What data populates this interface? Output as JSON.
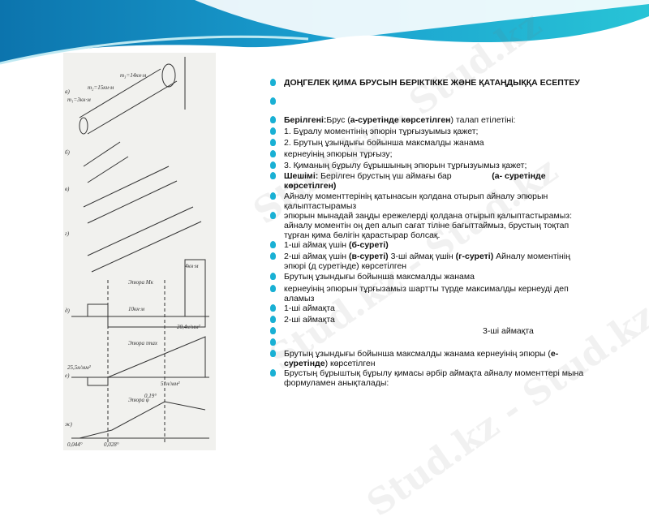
{
  "slide": {
    "title": "ДОҢГЕЛЕК ҚИМА БРУСЫН БЕРІКТІККЕ ЖӘНЕ ҚАТАҢДЫҚҚА ЕСЕПТЕУ",
    "watermark": "Stud.kz",
    "items": [
      {
        "bold": "Берілгені:",
        "text": "Брус (",
        "bold2": "а-суретінде көрсетілген",
        "text2": ") талап етілетіні:"
      },
      {
        "text": "1. Бұралу моментінің эпюрін тұрғызуымыз қажет;"
      },
      {
        "text": "2. Брутың ұзындығы бойынша максмалды жанама"
      },
      {
        "text": "кернеуінің эпюрын тұрғызу;"
      },
      {
        "text": "3. Қиманың бұрылу бұрышының эпюрын тұрғызуымыз қажет;"
      },
      {
        "bold": "Шешімі:",
        "text": " Берілген брустың үш аймағы бар                 ",
        "bold2": "(а- суретінде көрсетілген)"
      },
      {
        "text": "Айналу моменттерінің қатынасын қолдана отырып  айналу эпюрын қалыптастырамыз"
      },
      {
        "text": " эпюрын мынадай заңды ережелерді қолдана отырып қалыптастырамыз: айналу моментін оң деп алып сағат тіліне бағыттаймыз, брустың тоқтап тұрған қима бөлігін қарастырар болсақ."
      },
      {
        "text": "1-ші аймақ үшін ",
        "bold": "(б-суреті)"
      },
      {
        "text": " 2-ші аймақ үшін ",
        "bold": "(в-суреті)",
        "text2": " 3-ші аймақ үшін ",
        "bold2": "(г-суреті)",
        "text3": " Айналу моментінің эпюрі (д суретінде) көрсетілген"
      },
      {
        "text": "Брутың ұзындығы бойынша максмалды жанама"
      },
      {
        "text": "кернеуінің эпюрын тұрғызамыз шартты түрде максималды кернеуді деп аламыз"
      },
      {
        "text": "1-ші аймақта"
      },
      {
        "text": "2-ші аймақта"
      },
      {
        "text": "3-ші аймақта"
      },
      {
        "text": "Брутың ұзындығы бойынша максмалды жанама кернеуінің эпюры (",
        "bold": "е-суретінде",
        "text2": ") көрсетілген"
      },
      {
        "text": "Брустың бұрыштық бұрылу қимасы әрбір аймақта айналу моменттері мына формуламен анықталады:"
      }
    ]
  },
  "figure": {
    "labels": [
      "а)",
      "б)",
      "в)",
      "г)",
      "д)",
      "е)",
      "ж)",
      "m₁=3кн·м",
      "m₂=15кн·м",
      "m₃=14кн·м",
      "4кн·м",
      "10кн·м",
      "20,4н/мм²",
      "25,5н/мм²",
      "51н/мм²",
      "0,19°",
      "0,028°",
      "0,044°",
      "Эпюра Mк",
      "Эпюра τmax",
      "Эпюра φ"
    ]
  },
  "colors": {
    "bullet": "#19b0d4",
    "banner_dark": "#0a6fa8",
    "banner_light": "#22c3d8"
  }
}
